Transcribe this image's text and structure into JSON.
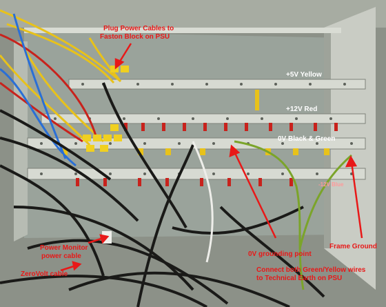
{
  "labels": {
    "plug_power": "Plug Power Cables to",
    "faston": "Faston Block on PSU",
    "plus5v": "+5V Yellow",
    "plus12v": "+12V Red",
    "zero_v": "0V Black & Green",
    "minus12v": "-12V Blue",
    "frame_ground": "Frame Ground",
    "grounding_point": "0V grounding point",
    "connect_line1": "Connect both Green/Yellow wires",
    "connect_line2": "to Technical Earth on PSU",
    "power_monitor_line1": "Power Monitor",
    "power_monitor_line2": "power cable",
    "zerovolt": "ZeroVolt cable"
  },
  "colors": {
    "annotation_red": "#e81818",
    "annotation_white": "#ffffff",
    "busbar": "#cfd3cc",
    "wire_yellow": "#e8c21a",
    "wire_red": "#c8221c",
    "wire_blue": "#2a6fd6",
    "wire_green_yellow": "#7ba42a"
  }
}
